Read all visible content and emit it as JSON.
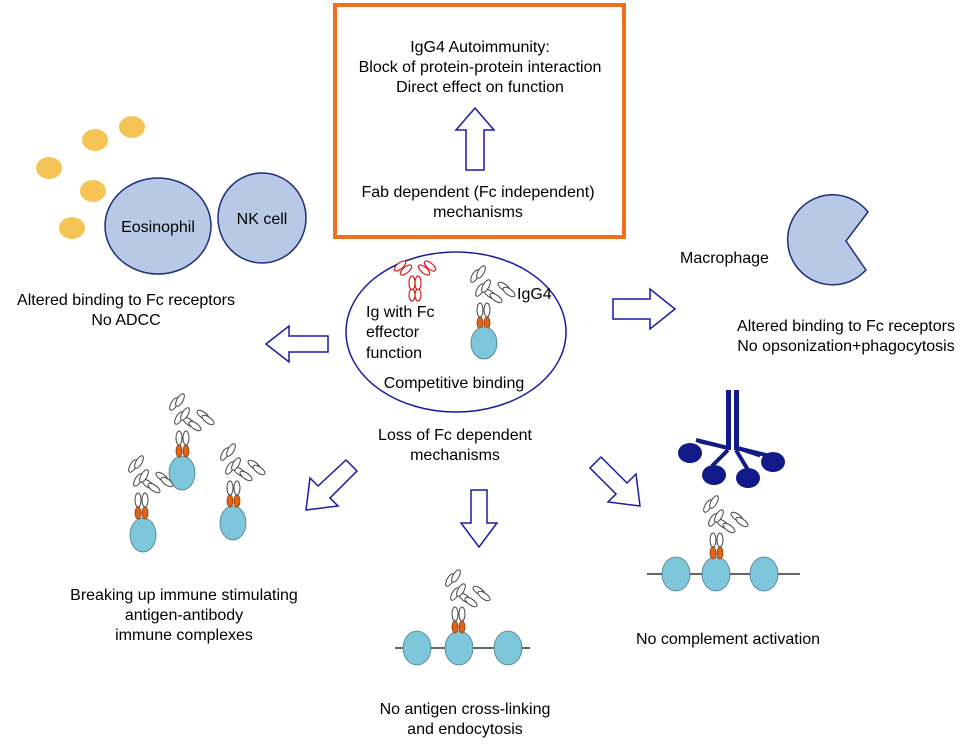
{
  "top_box": {
    "title": "IgG4 Autoimmunity:",
    "line2": "Block of protein-protein interaction",
    "line3": "Direct effect on function",
    "bottom1": "Fab dependent (Fc independent)",
    "bottom2": "mechanisms"
  },
  "center": {
    "ig_line1": "Ig with Fc",
    "ig_line2": "effector",
    "ig_line3": "function",
    "igg4": "IgG4",
    "competitive": "Competitive binding",
    "loss1": "Loss of Fc dependent",
    "loss2": "mechanisms"
  },
  "left": {
    "eosinophil": "Eosinophil",
    "nk_cell": "NK cell",
    "fc1": "Altered binding to Fc receptors",
    "fc2": "No ADCC"
  },
  "right": {
    "macrophage": "Macrophage",
    "fc1": "Altered binding to Fc receptors",
    "fc2": "No opsonization+phagocytosis"
  },
  "bottom_left": {
    "line1": "Breaking up immune stimulating",
    "line2": "antigen-antibody",
    "line3": "immune complexes"
  },
  "bottom_center": {
    "line1": "No antigen cross-linking",
    "line2": "and endocytosis"
  },
  "bottom_right": {
    "line1": "No complement activation"
  },
  "colors": {
    "box_border": "#f07020",
    "arrow": "#1a1aa8",
    "ellipse": "#1a1aa8",
    "cell_fill": "#b8c9e6",
    "cell_stroke": "#1f2f7a",
    "granule": "#f5c454",
    "antigen": "#7ec6da",
    "fc_orange": "#e0651a",
    "red_antibody": "#d42020",
    "complement": "#121a8a"
  }
}
